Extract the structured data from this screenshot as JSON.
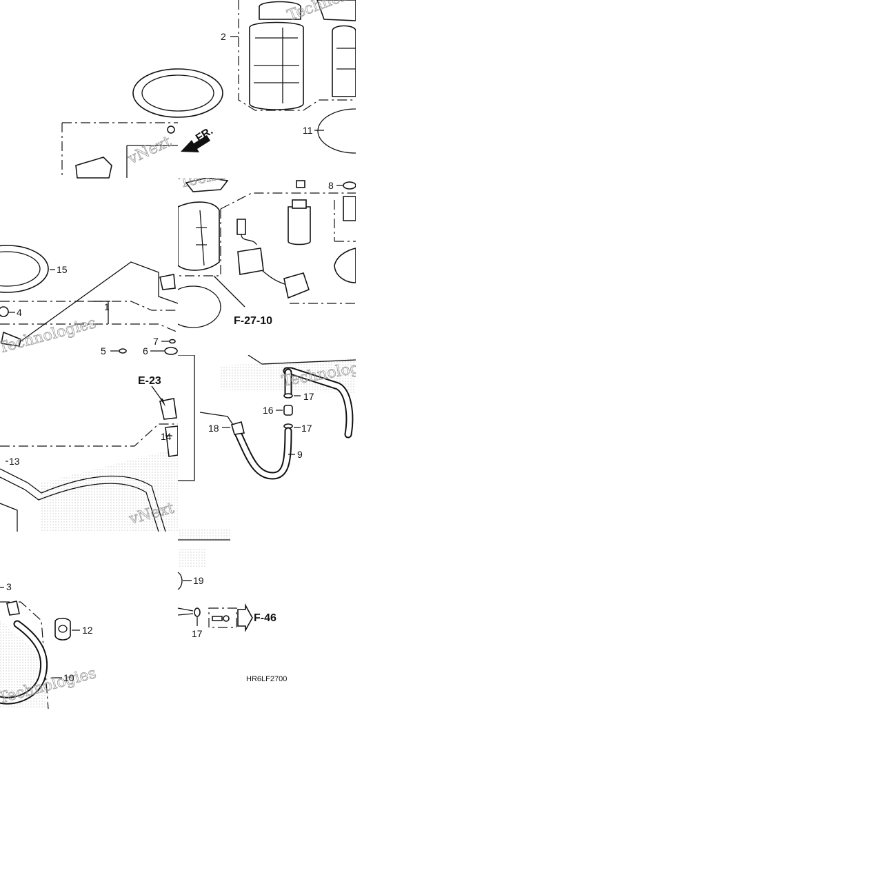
{
  "colors": {
    "line": "#111111",
    "watermark": "#9a9a9a",
    "background": "#ffffff",
    "dots": "#cfcfcf"
  },
  "arrow_label": "FR.",
  "refs": {
    "e23": "E-23",
    "f2710": "F-27-10",
    "f46": "F-46"
  },
  "drawing_code": "HR6LF2700",
  "watermark": {
    "line1": "vNext",
    "line2": "Technologies"
  },
  "callouts": {
    "c1": "1",
    "c2": "2",
    "c3": "3",
    "c4": "4",
    "c5": "5",
    "c6": "6",
    "c7": "7",
    "c8": "8",
    "c9": "9",
    "c10": "10",
    "c11": "11",
    "c12": "12",
    "c13": "13",
    "c14": "14",
    "c15": "15",
    "c16": "16",
    "c17a": "17",
    "c17b": "17",
    "c17c": "17",
    "c18": "18",
    "c19": "19"
  }
}
